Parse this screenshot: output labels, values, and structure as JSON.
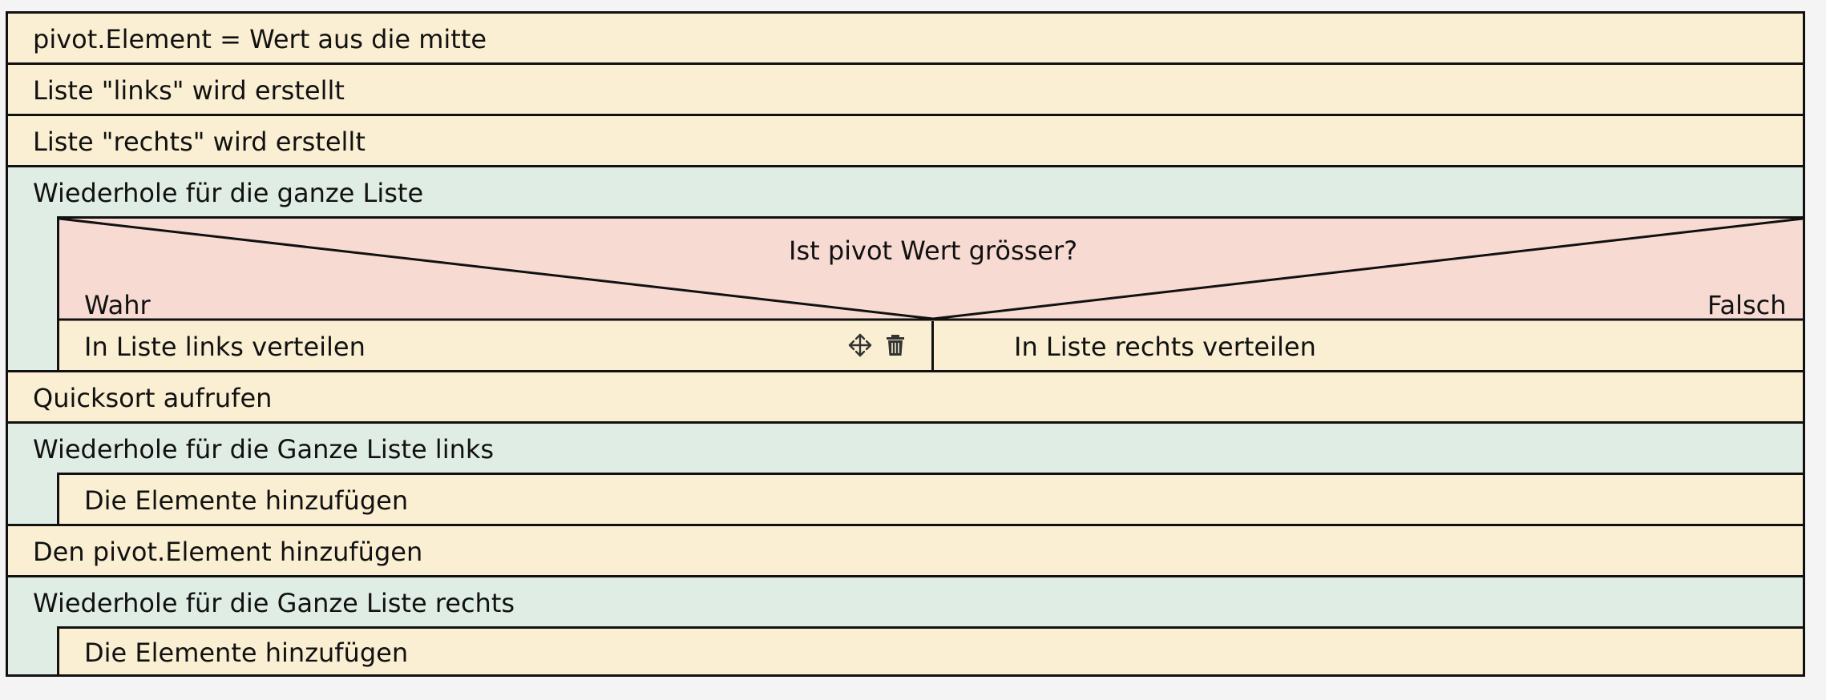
{
  "blocks": {
    "pivot_element": "pivot.Element = Wert aus die mitte",
    "liste_links": "Liste \"links\" wird erstellt",
    "liste_rechts": "Liste \"rechts\" wird erstellt",
    "loop_whole_list": "Wiederhole für die ganze Liste",
    "condition": {
      "question": "Ist pivot Wert grösser?",
      "true_label": "Wahr",
      "false_label": "Falsch",
      "true_branch": "In Liste links verteilen",
      "false_branch": "In Liste rechts verteilen"
    },
    "quicksort": "Quicksort aufrufen",
    "loop_left": "Wiederhole für die Ganze Liste links",
    "add_elements_left": "Die Elemente hinzufügen",
    "add_pivot": "Den pivot.Element hinzufügen",
    "loop_right": "Wiederhole für die Ganze Liste rechts",
    "add_elements_right": "Die Elemente hinzufügen"
  },
  "colors": {
    "action": "#faefd2",
    "loop": "#dfede5",
    "condition": "#f7dbd3",
    "border": "#111111"
  },
  "icons": [
    "move-icon",
    "trash-icon"
  ]
}
